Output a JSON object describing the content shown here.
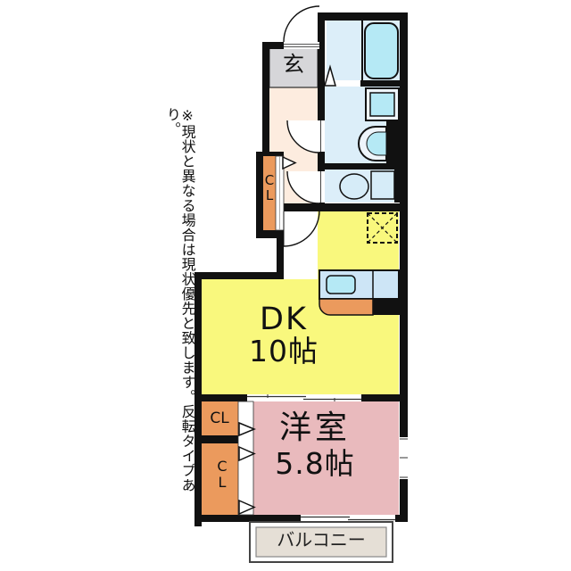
{
  "annotation": "※現状と異なる場合は現状優先と致します。反転タイプあり。",
  "rooms": {
    "genkan": "玄",
    "dk_name": "DK",
    "dk_size": "10帖",
    "western_name": "洋室",
    "western_size": "5.8帖",
    "balcony": "バルコニー",
    "closet_hall": "CL",
    "closet_top": "CL",
    "closet_bottom": "CL"
  },
  "colors": {
    "wall": "#111111",
    "dk_yellow": "#f9f87d",
    "western_pink": "#e9babd",
    "closet_orange": "#eb9a5d",
    "hall_peach": "#fdecdf",
    "wet_blue": "#dceef9",
    "fixture_cyan": "#b5e9f5",
    "appliance_white": "#eef5fb",
    "toilet_blue": "#d6ecf8",
    "counter_blue": "#cde5f6",
    "genkan_gray": "#d6d6d9",
    "balcony_beige": "#e5dfd6"
  }
}
